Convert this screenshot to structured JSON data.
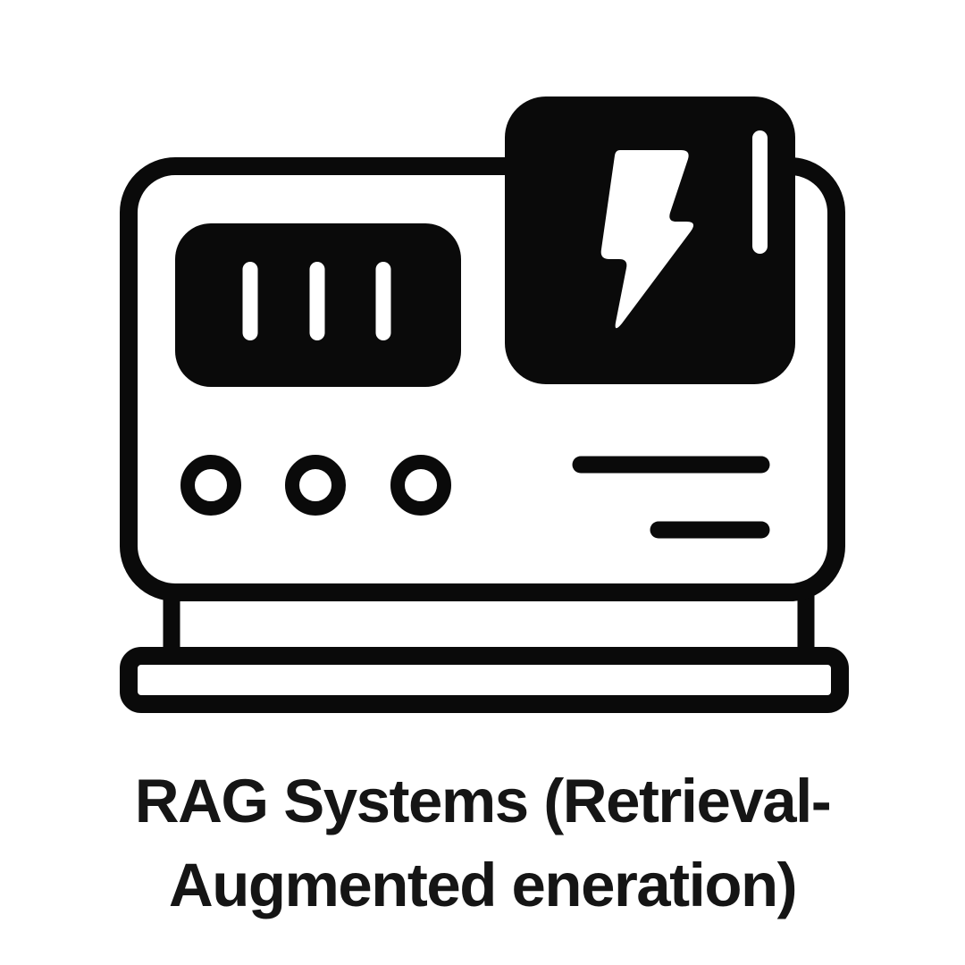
{
  "page": {
    "background_color": "#ffffff"
  },
  "illustration": {
    "name": "power-generator-pictogram",
    "ink_color": "#0a0a0a",
    "paper_color": "#ffffff",
    "parts": [
      "generator-body",
      "vent-panel",
      "vent-slots",
      "lightning-badge",
      "lightning-bolt-icon",
      "badge-highlight-bar",
      "control-knobs",
      "label-lines",
      "stand-legs",
      "base-plate"
    ]
  },
  "caption": {
    "line1": "RAG Systems (Retrieval-",
    "line2": "Augmented eneration)",
    "color": "#151515"
  }
}
